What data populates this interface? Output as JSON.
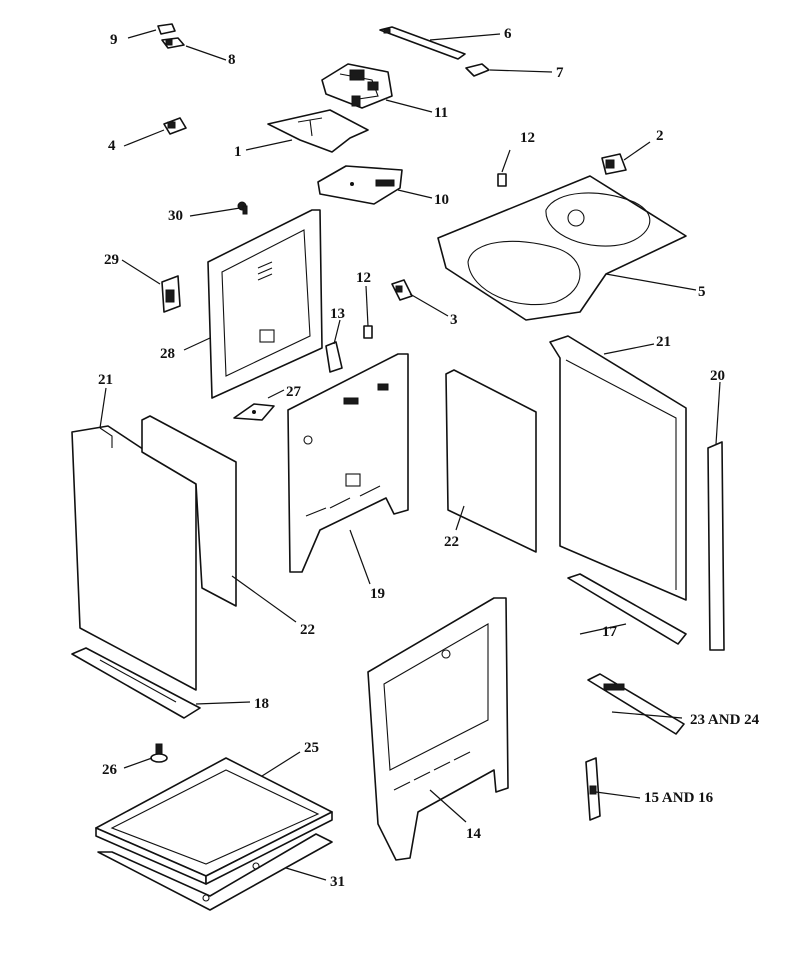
{
  "callouts": {
    "c1": "1",
    "c2": "2",
    "c3": "3",
    "c4": "4",
    "c5": "5",
    "c6": "6",
    "c7": "7",
    "c8": "8",
    "c9": "9",
    "c10": "10",
    "c11": "11",
    "c12a": "12",
    "c12b": "12",
    "c13": "13",
    "c14": "14",
    "c15_16": "15 AND 16",
    "c17": "17",
    "c18": "18",
    "c19": "19",
    "c20": "20",
    "c21a": "21",
    "c21b": "21",
    "c22a": "22",
    "c22b": "22",
    "c23_24": "23 AND 24",
    "c25": "25",
    "c26": "26",
    "c27": "27",
    "c28": "28",
    "c29": "29",
    "c30": "30",
    "c31": "31"
  }
}
